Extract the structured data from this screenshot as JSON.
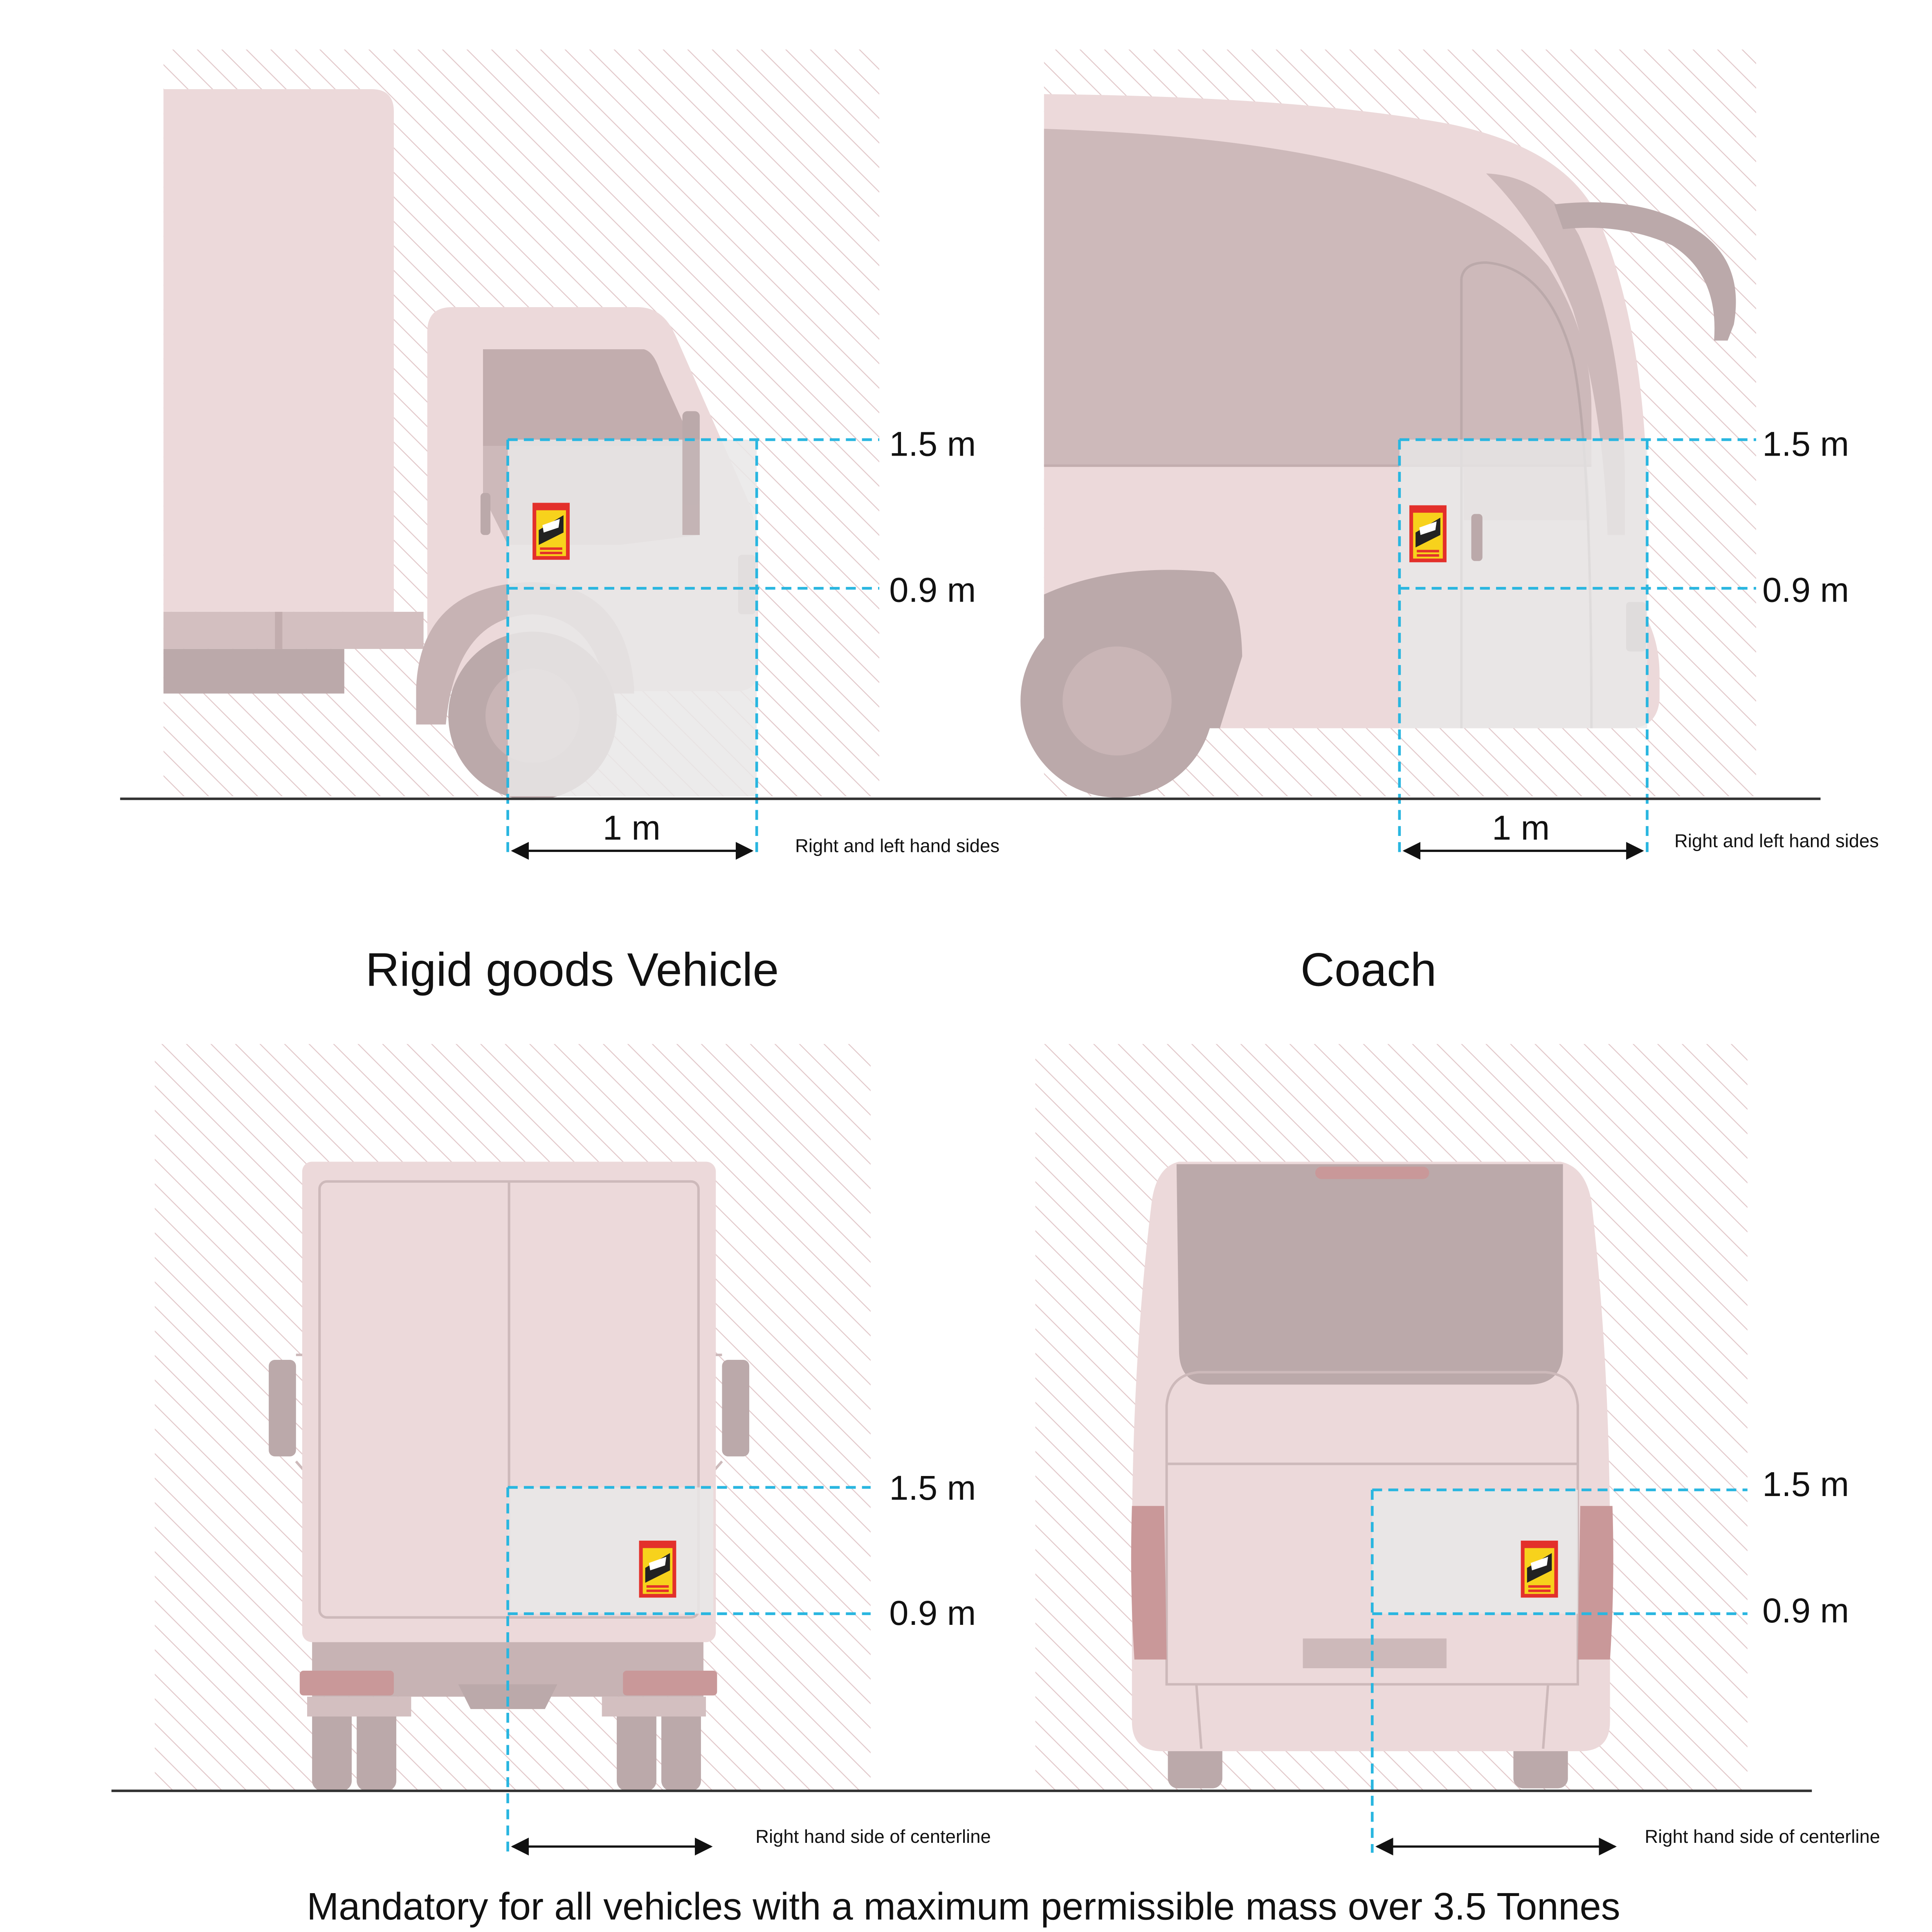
{
  "labels": {
    "height_upper": "1.5 m",
    "height_lower": "0.9 m",
    "width_side": "1 m",
    "note_side": "Right and left hand sides",
    "note_rear": "Right hand side of centerline"
  },
  "titles": {
    "rigid": "Rigid goods Vehicle",
    "coach": "Coach"
  },
  "footer": "Mandatory for all vehicles with a maximum permissible mass over 3.5 Tonnes",
  "colors": {
    "vehicle_body": "#ecd9da",
    "vehicle_dark": "#bba9aa",
    "vehicle_mid": "#cdb9ba",
    "rear_light": "#c99899",
    "hatch": "#e2c9cb",
    "zone": "#e9e8e8",
    "dashed_guide": "#29b6e0",
    "ground": "#333333",
    "sign_yellow": "#f7d21c",
    "sign_red": "#e3302b"
  },
  "icons": {
    "sign": "blind-spot-warning-sign-icon",
    "arrow": "double-arrow-icon"
  }
}
